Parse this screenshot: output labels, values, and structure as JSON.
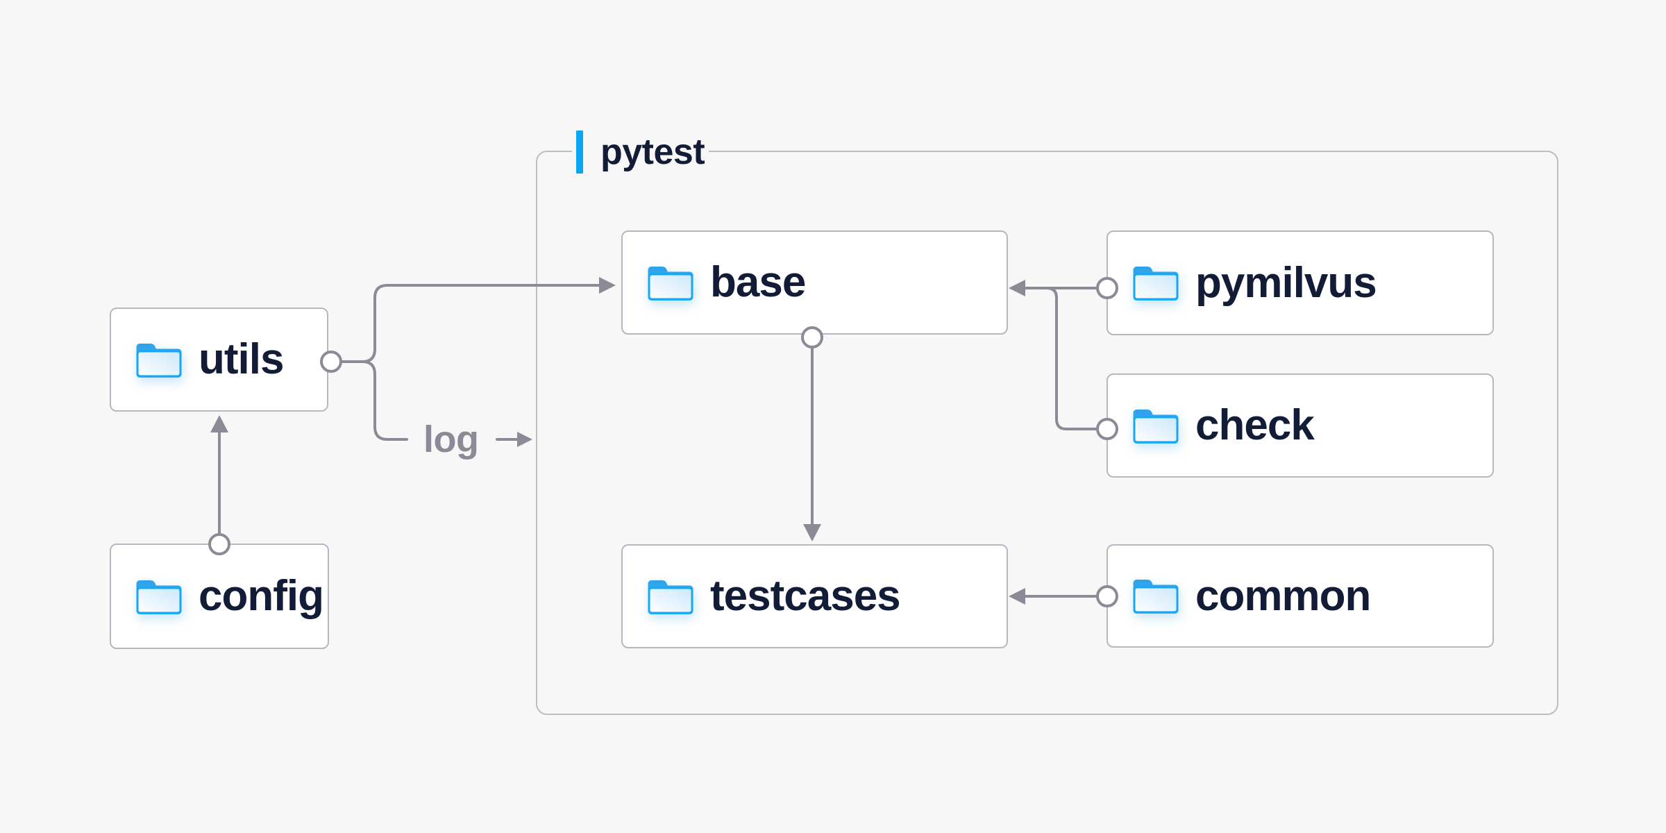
{
  "page": {
    "background": "#f7f7f8",
    "type": "folder-structure-diagram"
  },
  "container": {
    "label": "pytest",
    "accent_color": "#0aa6f2",
    "border_color": "#bcbcc7"
  },
  "nodes": {
    "utils": {
      "label": "utils",
      "icon": "folder-icon"
    },
    "config": {
      "label": "config",
      "icon": "folder-icon"
    },
    "base": {
      "label": "base",
      "icon": "folder-icon",
      "inside": "pytest"
    },
    "pymilvus": {
      "label": "pymilvus",
      "icon": "folder-icon",
      "inside": "pytest"
    },
    "check": {
      "label": "check",
      "icon": "folder-icon",
      "inside": "pytest"
    },
    "testcases": {
      "label": "testcases",
      "icon": "folder-icon",
      "inside": "pytest"
    },
    "common": {
      "label": "common",
      "icon": "folder-icon",
      "inside": "pytest"
    }
  },
  "edge_labels": {
    "log": "log"
  },
  "edges": [
    {
      "from": "config",
      "to": "utils",
      "style": "arrow-from-port"
    },
    {
      "from": "utils",
      "to": "base",
      "style": "arrow-from-port"
    },
    {
      "from": "utils",
      "to": "log",
      "style": "labeled-stub-arrow"
    },
    {
      "from": "pymilvus",
      "to": "base",
      "style": "arrow-from-port"
    },
    {
      "from": "check",
      "to": "base",
      "style": "arrow-from-port"
    },
    {
      "from": "base",
      "to": "testcases",
      "style": "arrow-from-port"
    },
    {
      "from": "common",
      "to": "testcases",
      "style": "arrow-from-port"
    }
  ],
  "colors": {
    "background": "#f7f7f8",
    "node_fill": "#ffffff",
    "node_border": "#b7b7c2",
    "container_border": "#bcbcc7",
    "connector": "#8b8b97",
    "text_primary": "#121c36",
    "text_muted": "#8b8b97",
    "accent_blue": "#0aa6f2",
    "folder_stroke": "#17a7f3"
  }
}
